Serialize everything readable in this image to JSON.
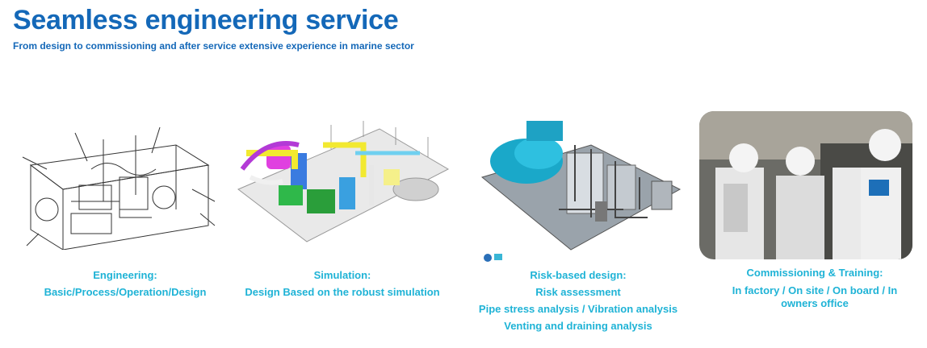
{
  "header": {
    "title": "Seamless engineering service",
    "subtitle": "From design to commissioning and after service extensive experience in marine sector"
  },
  "services": [
    {
      "heading": "Engineering:",
      "lines": [
        "Basic/Process/Operation/Design"
      ]
    },
    {
      "heading": "Simulation:",
      "lines": [
        "Design Based on the robust simulation"
      ]
    },
    {
      "heading": "Risk-based design:",
      "lines": [
        "Risk assessment",
        "Pipe stress analysis / Vibration analysis",
        "Venting and draining analysis"
      ]
    },
    {
      "heading": "Commissioning & Training:",
      "lines": [
        "In factory / On site / On board / In owners office"
      ]
    }
  ],
  "colors": {
    "title": "#1468b8",
    "caption": "#1fb3d6"
  }
}
